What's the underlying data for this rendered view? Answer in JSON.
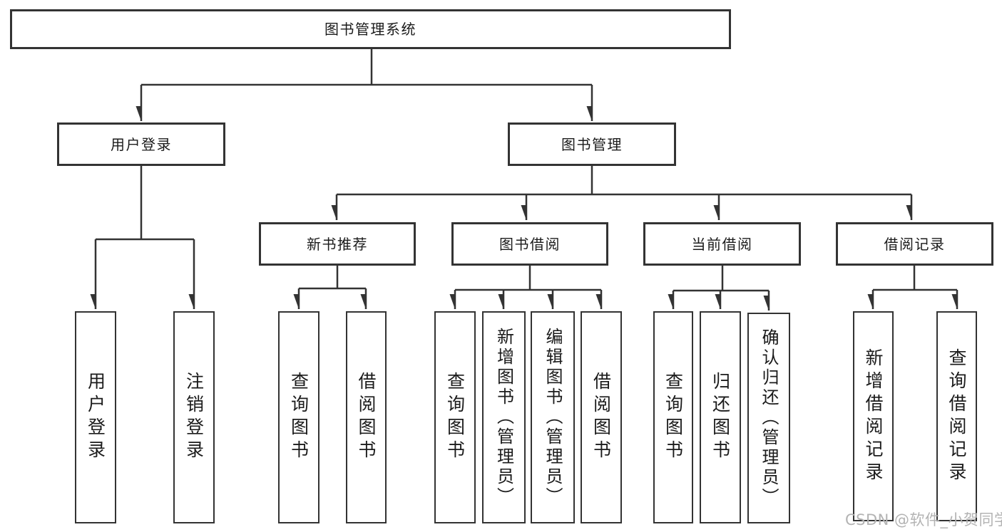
{
  "diagram": {
    "root": {
      "label": "图书管理系统"
    },
    "level2": {
      "user_login": {
        "label": "用户登录"
      },
      "book_mgmt": {
        "label": "图书管理"
      }
    },
    "level3": {
      "new_book_rec": {
        "label": "新书推荐"
      },
      "book_borrow": {
        "label": "图书借阅"
      },
      "current_borrow": {
        "label": "当前借阅"
      },
      "borrow_records": {
        "label": "借阅记录"
      }
    },
    "leaves": {
      "user_login_leaf": {
        "label": "用户登录"
      },
      "logout": {
        "label": "注销登录"
      },
      "rec_query_book": {
        "label": "查询图书"
      },
      "rec_borrow_book": {
        "label": "借阅图书"
      },
      "borrow_query_book": {
        "label": "查询图书"
      },
      "borrow_add_book": {
        "label": "新增图书（管理员）"
      },
      "borrow_edit_book": {
        "label": "编辑图书（管理员）"
      },
      "borrow_borrow_book": {
        "label": "借阅图书"
      },
      "current_query_book": {
        "label": "查询图书"
      },
      "current_return_book": {
        "label": "归还图书"
      },
      "current_confirm_return": {
        "label": "确认归还（管理员）"
      },
      "records_add_record": {
        "label": "新增借阅记录"
      },
      "records_query_record": {
        "label": "查询借阅记录"
      }
    },
    "watermark": "CSDN @软件_小贺同学",
    "colors": {
      "line": "#333333",
      "text": "#1b1b1b",
      "watermark": "#b3b3b3",
      "background": "#ffffff"
    }
  }
}
